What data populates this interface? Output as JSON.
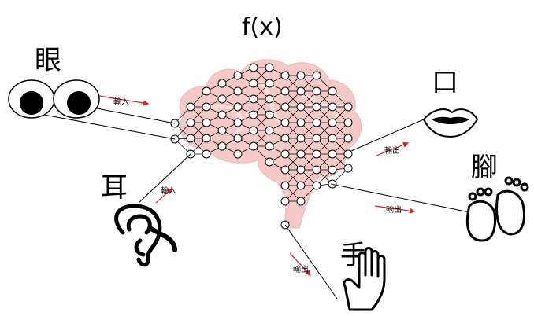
{
  "title": "f(x)",
  "labels": {
    "eye": "眼",
    "ear": "耳",
    "mouth": "口",
    "feet": "腳",
    "hand": "手"
  },
  "arrow_labels": {
    "eye_input": "輸入",
    "ear_input": "輸入",
    "mouth_output": "輸出",
    "feet_output": "輸出",
    "hand_output": "輸出"
  },
  "colors": {
    "brain_fill": "#f5c9c6",
    "arrow": "#e31c1c",
    "line": "#000000"
  },
  "icons": [
    "eyes-icon",
    "ear-icon",
    "mouth-icon",
    "footprints-icon",
    "hand-icon",
    "brain-icon",
    "neural-network-icon"
  ]
}
